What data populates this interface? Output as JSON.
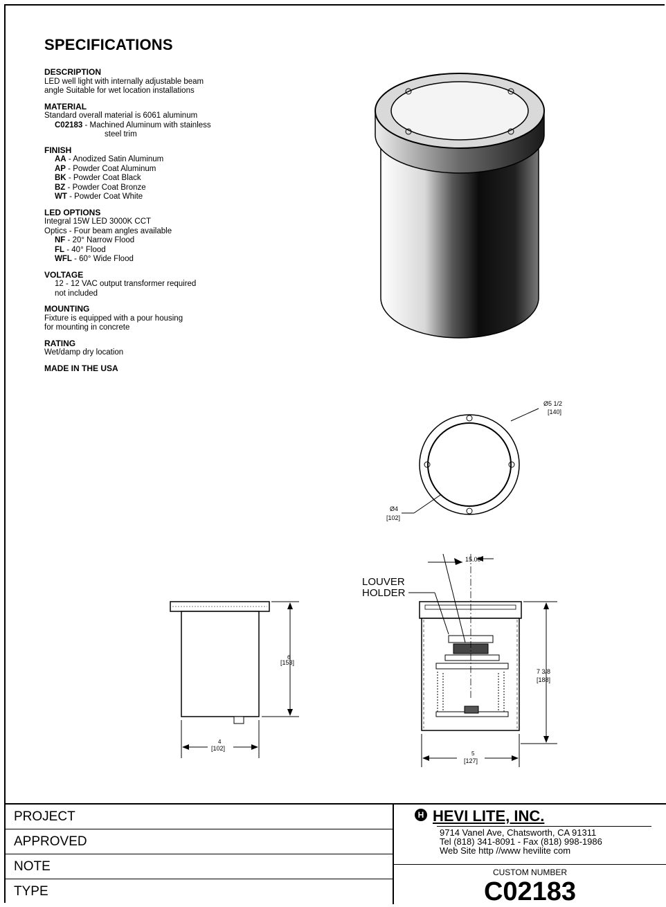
{
  "title": "SPECIFICATIONS",
  "specs": {
    "description": {
      "heading": "DESCRIPTION",
      "lines": [
        "LED well light with internally adjustable beam",
        "angle  Suitable for wet location installations"
      ]
    },
    "material": {
      "heading": "MATERIAL",
      "line1": "Standard overall material is 6061 aluminum",
      "code": "C02183",
      "code_text": " - Machined Aluminum  with stainless",
      "code_text2": "steel trim"
    },
    "finish": {
      "heading": "FINISH",
      "items": [
        {
          "code": "AA",
          "text": " - Anodized Satin Aluminum"
        },
        {
          "code": "AP",
          "text": " - Powder Coat Aluminum"
        },
        {
          "code": "BK",
          "text": " - Powder Coat Black"
        },
        {
          "code": "BZ",
          "text": " - Powder Coat Bronze"
        },
        {
          "code": "WT",
          "text": " - Powder Coat White"
        }
      ]
    },
    "led_options": {
      "heading": "LED OPTIONS",
      "line1": "Integral 15W LED  3000K CCT",
      "line2": "Optics - Four beam angles available",
      "items": [
        {
          "code": "NF",
          "text": " - 20° Narrow Flood"
        },
        {
          "code": "FL",
          "text": " - 40° Flood"
        },
        {
          "code": "WFL",
          "text": " - 60° Wide Flood"
        }
      ]
    },
    "voltage": {
      "heading": "VOLTAGE",
      "line1": "12 - 12 VAC output transformer required",
      "line2": "not included"
    },
    "mounting": {
      "heading": "MOUNTING",
      "lines": [
        "Fixture is equipped with a pour housing",
        "for mounting in concrete"
      ]
    },
    "rating": {
      "heading": "RATING",
      "line1": "Wet/damp dry location"
    },
    "made_in": "MADE IN THE USA"
  },
  "drawing": {
    "dia_outer": "Ø5 1/2",
    "dia_outer_mm": "[140]",
    "dia_inner": "Ø4",
    "dia_inner_mm": "[102]",
    "angle": "15.00°",
    "louver_label_1": "LOUVER",
    "louver_label_2": "HOLDER",
    "height_left": "6",
    "height_left_mm": "[153]",
    "width_left": "4",
    "width_left_mm": "[102]",
    "height_right": "7 3/8",
    "height_right_mm": "[188]",
    "width_right": "5",
    "width_right_mm": "[127]"
  },
  "title_block": {
    "rows": [
      "PROJECT",
      "APPROVED",
      "NOTE",
      "TYPE"
    ],
    "logo_letter": "H",
    "company": "HEVI LITE, INC.",
    "address": "9714 Vanel Ave, Chatsworth, CA 91311",
    "phone": "Tel   (818) 341-8091 - Fax (818) 998-1986",
    "web": "Web Site http //www hevilite com",
    "custom_label": "CUSTOM NUMBER",
    "custom_number": "C02183"
  }
}
